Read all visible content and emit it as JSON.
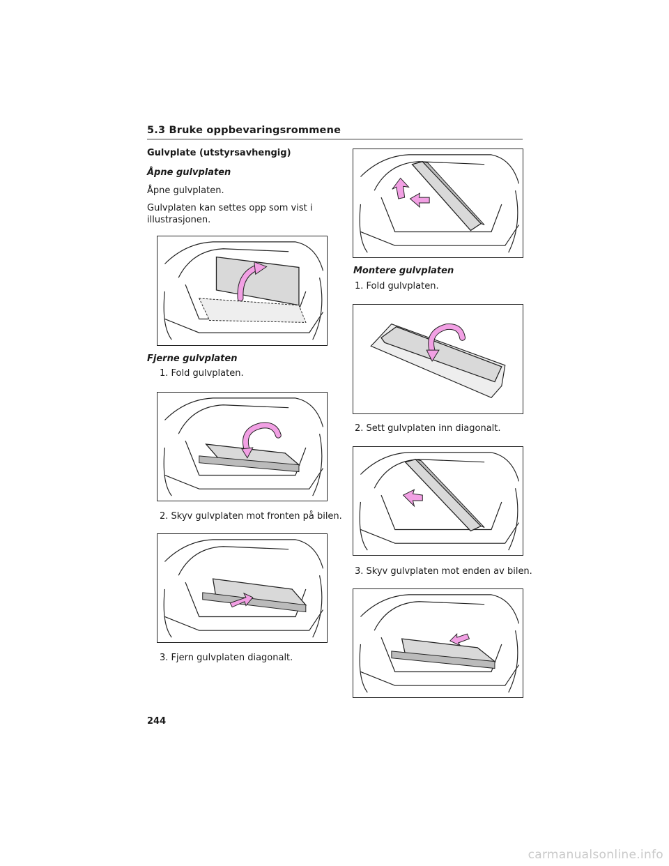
{
  "header": {
    "section": "5.3  Bruke oppbevaringsrommene"
  },
  "left": {
    "heading": "Gulvplate (utstyrsavhengig)",
    "open_heading": "Åpne gulvplaten",
    "open_text": "Åpne gulvplaten.",
    "open_note": "Gulvplaten kan settes opp som vist i illustrasjonen.",
    "remove_heading": "Fjerne gulvplaten",
    "remove_step1": "1. Fold gulvplaten.",
    "remove_step2": "2. Skyv gulvplaten mot fronten på bilen.",
    "remove_step3": "3. Fjern gulvplaten diagonalt."
  },
  "right": {
    "install_heading": "Montere gulvplaten",
    "install_step1": "1. Fold gulvplaten.",
    "install_step2": "2. Sett gulvplaten inn diagonalt.",
    "install_step3": "3. Skyv gulvplaten mot enden av bilen."
  },
  "footer": {
    "page_number": "244",
    "watermark": "carmanualsonline.info"
  },
  "colors": {
    "arrow": "#f2a0e4",
    "board": "#d9d9d9",
    "line": "#222222"
  },
  "icons": [
    "trunk-illustration",
    "curved-arrow",
    "push-arrow"
  ]
}
